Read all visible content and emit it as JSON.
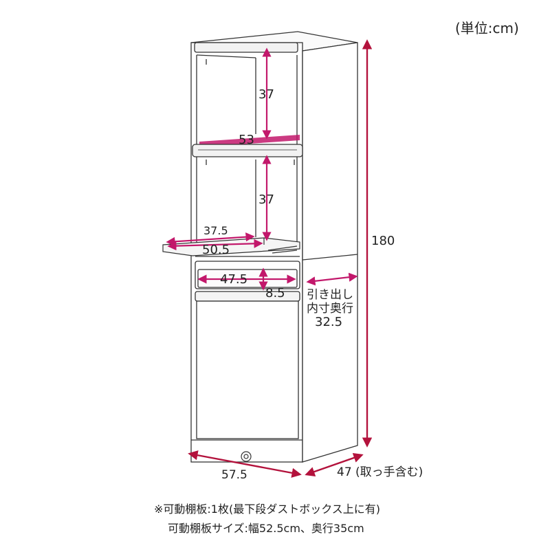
{
  "unit_label": "(単位:cm)",
  "dimensions": {
    "upper_shelf_height": "37",
    "middle_shelf_height": "37",
    "shelf_width": "53",
    "slide_shelf_depth": "37.5",
    "slide_shelf_width": "50.5",
    "drawer_width": "47.5",
    "drawer_height": "8.5",
    "drawer_depth_label_line1": "引き出し",
    "drawer_depth_label_line2": "内寸奥行",
    "drawer_depth_value": "32.5",
    "total_height": "180",
    "total_width": "57.5",
    "total_depth": "47 (取っ手含む)"
  },
  "notes": {
    "line1": "※可動棚板:1枚(最下段ダストボックス上に有)",
    "line2": "可動棚板サイズ:幅52.5cm、奥行35cm"
  },
  "colors": {
    "dimension_arrow": "#c2186b",
    "overall_arrow": "#b3123c",
    "outline": "#333333",
    "shelf_accent": "#c2186b"
  }
}
